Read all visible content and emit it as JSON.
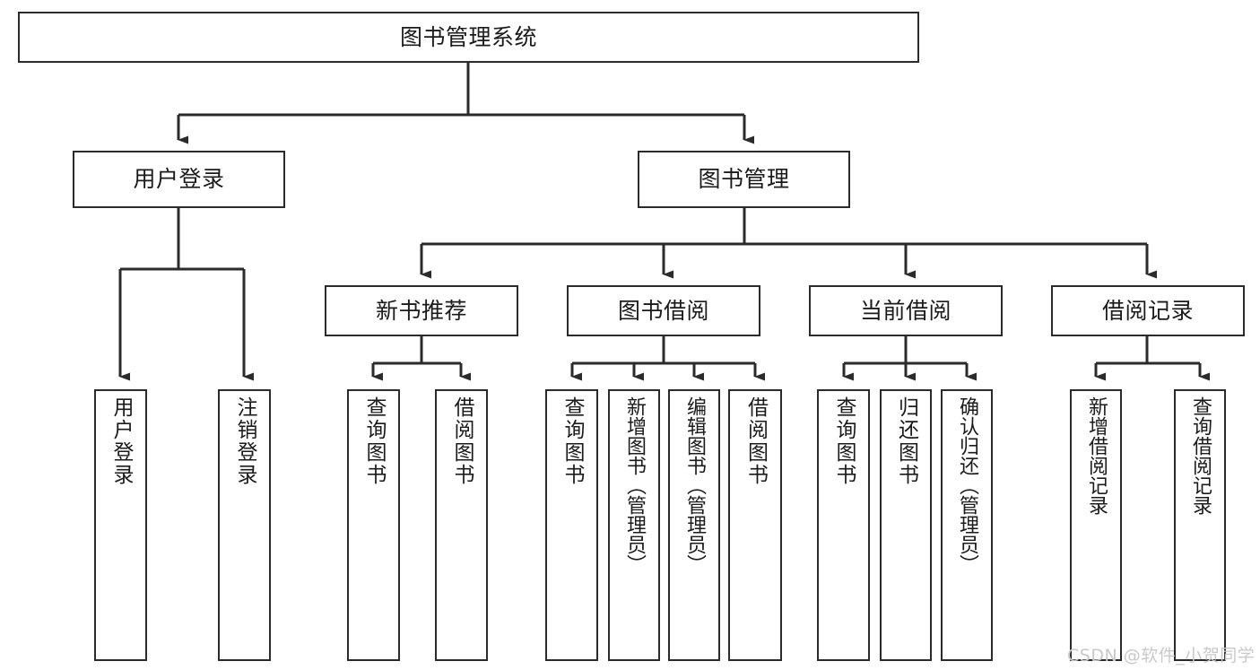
{
  "diagram": {
    "title": "图书管理系统",
    "type": "function-structure-tree",
    "background_color": "#ffffff",
    "line_color": "#2b2b2b",
    "text_color": "#1b1b1b",
    "watermark": "CSDN @软件_小贺同学"
  },
  "levels": {
    "root": {
      "label": "图书管理系统"
    },
    "level2": [
      {
        "label": "用户登录"
      },
      {
        "label": "图书管理"
      }
    ],
    "level3": [
      {
        "label": "新书推荐"
      },
      {
        "label": "图书借阅"
      },
      {
        "label": "当前借阅"
      },
      {
        "label": "借阅记录"
      }
    ],
    "leaves": {
      "user_login": [
        {
          "label": "用户登录"
        },
        {
          "label": "注销登录"
        }
      ],
      "new_book_recommend": [
        {
          "label": "查询图书"
        },
        {
          "label": "借阅图书"
        }
      ],
      "book_borrow": [
        {
          "label": "查询图书"
        },
        {
          "label": "新增图书（管理员）"
        },
        {
          "label": "编辑图书（管理员）"
        },
        {
          "label": "借阅图书"
        }
      ],
      "current_borrow": [
        {
          "label": "查询图书"
        },
        {
          "label": "归还图书"
        },
        {
          "label": "确认归还（管理员）"
        }
      ],
      "borrow_records": [
        {
          "label": "新增借阅记录"
        },
        {
          "label": "查询借阅记录"
        }
      ]
    }
  }
}
